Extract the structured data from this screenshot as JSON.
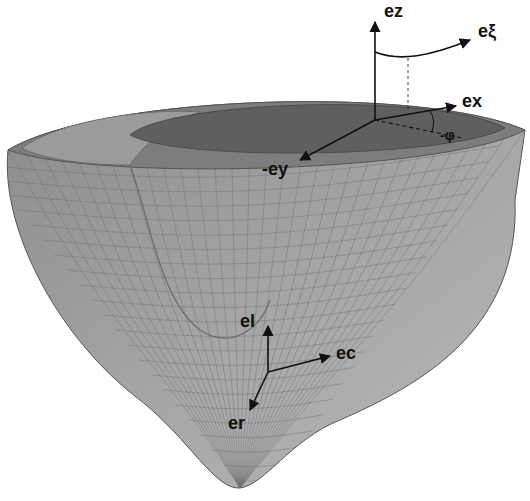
{
  "diagram": {
    "labels": [
      "ez",
      "eξ",
      "ex",
      "-φ",
      "-ey",
      "el",
      "ec",
      "er"
    ]
  }
}
